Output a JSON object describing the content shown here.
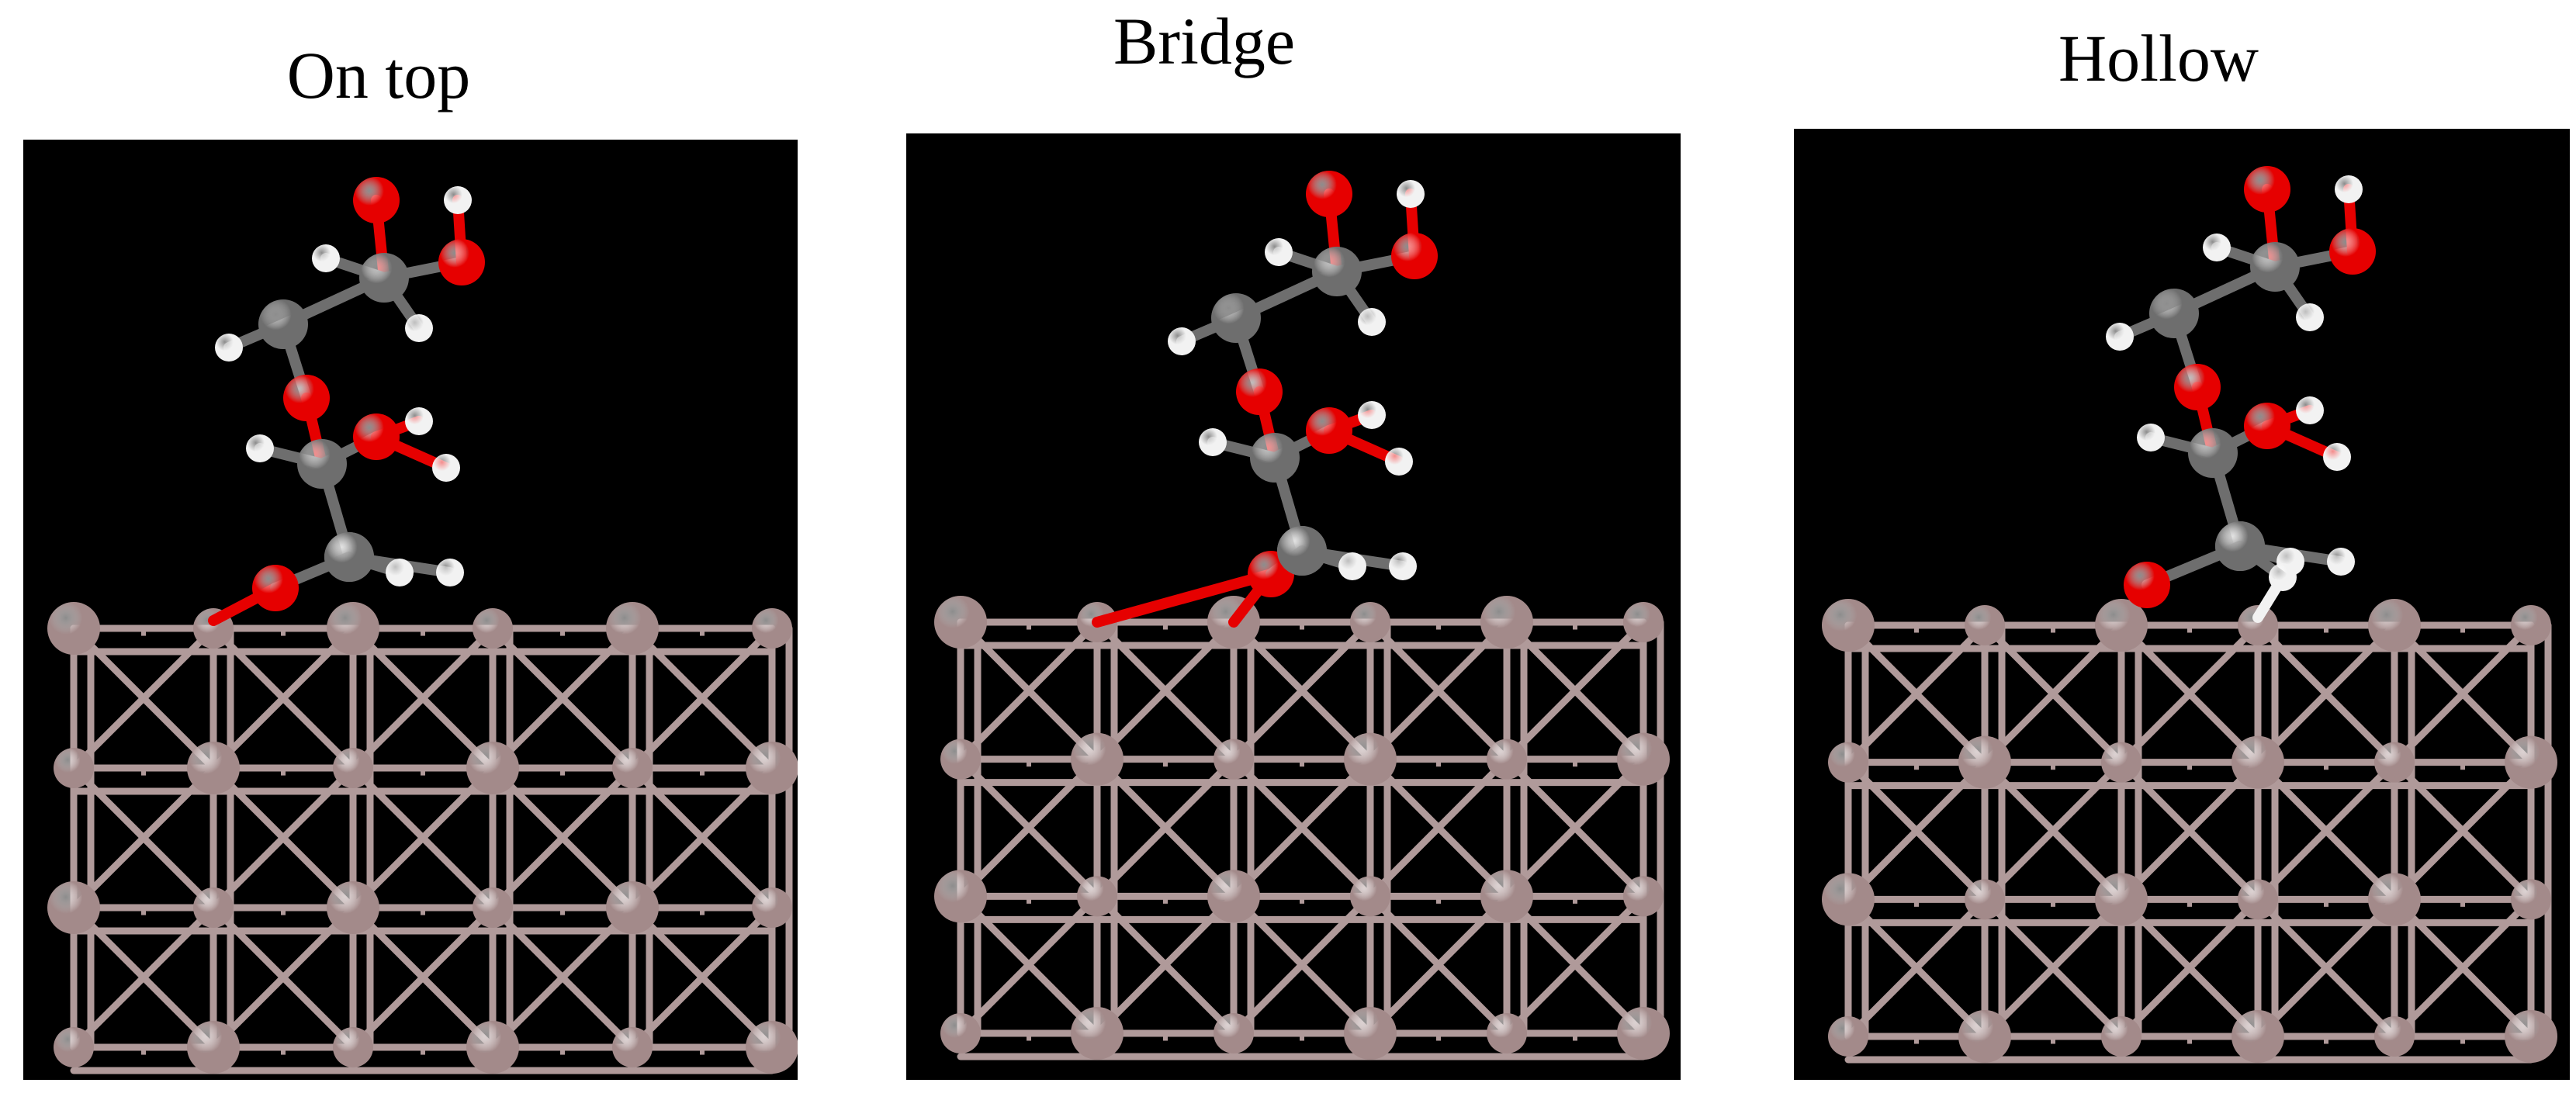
{
  "panels": [
    {
      "title": "On top"
    },
    {
      "title": "Bridge"
    },
    {
      "title": "Hollow"
    }
  ],
  "colors": {
    "background": "#000000",
    "metal_atom": "#a38a8a",
    "metal_bond": "#b09a9a",
    "carbon": "#6e6e6e",
    "oxygen": "#e60000",
    "hydrogen": "#f2f2f2"
  }
}
